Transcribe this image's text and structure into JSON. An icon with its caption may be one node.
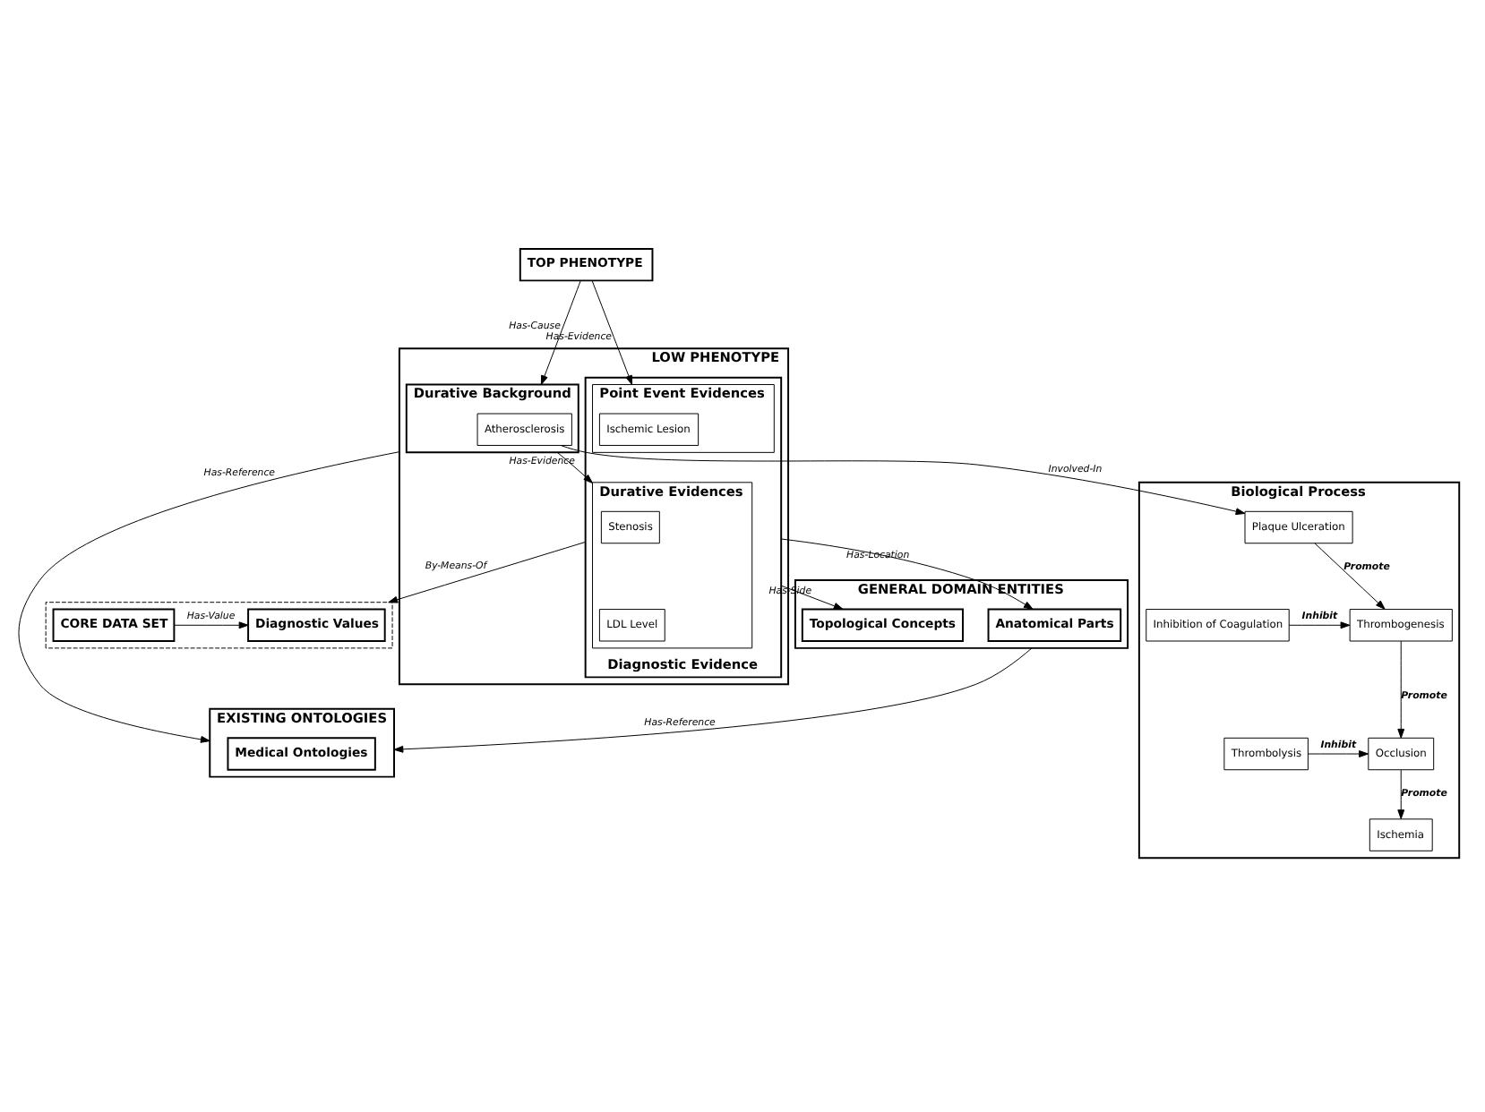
{
  "diagram": {
    "nodes": [
      {
        "text": [
          "Biological Process"
        ]
      },
      {
        "text": [
          "Plaque Ulceration"
        ],
        "in": 0
      },
      {
        "text": [
          "Thrombogenesis"
        ],
        "in": 0
      },
      {
        "text": [
          "Inhibition of Coagulation"
        ],
        "in": 0
      },
      {
        "text": [
          "Occlusion"
        ],
        "in": 0
      },
      {
        "text": [
          "Thrombolysis"
        ],
        "in": 0
      },
      {
        "text": [
          "Ischemia"
        ],
        "in": 0
      },
      {
        "text": [
          "TOP PHENOTYPE"
        ]
      },
      {
        "text": [
          "LOW PHENOTYPE"
        ]
      },
      {
        "text": [
          "Durative Background"
        ],
        "in": 8
      },
      {
        "text": [
          "Atherosclerosis"
        ],
        "in": 9
      },
      {
        "text": [
          "Diagnostic Evidence"
        ],
        "in": 8
      },
      {
        "text": [
          "Durative Evidences"
        ],
        "in": 11
      },
      {
        "text": [
          "Stenosis"
        ],
        "in": 12
      },
      {
        "text": [
          "LDL Level"
        ],
        "in": 12
      },
      {
        "text": [
          "Point Event Evidences"
        ],
        "in": 11
      },
      {
        "text": [
          "Ischemic Lesion"
        ],
        "in": 15
      },
      {
        "text": [
          "EXISTING ONTOLOGIES"
        ]
      },
      {
        "text": [
          "Medical Ontologies"
        ],
        "in": 17
      },
      {
        "text": [
          "GENERAL DOMAIN ENTITIES"
        ]
      },
      {
        "text": [
          "Anatomical Parts"
        ],
        "in": 19
      },
      {
        "text": [
          "Topological Concepts"
        ],
        "in": 19
      },
      {
        "text": [],
        "shape": "box"
      },
      {
        "text": [
          "Diagnostic Values"
        ],
        "in": 22
      },
      {
        "text": [
          "CORE DATA SET"
        ],
        "in": 22
      }
    ],
    "edges": [
      {
        "from": 1,
        "to": 2,
        "arrow": "to",
        "label": "Promote"
      },
      {
        "from": 3,
        "to": 2,
        "arrow": "to",
        "label": "Inhibit"
      },
      {
        "from": 2,
        "to": 4,
        "arrow": "to",
        "label": "Promote"
      },
      {
        "from": 5,
        "to": 4,
        "arrow": "to",
        "label": "Inhibit"
      },
      {
        "from": 4,
        "to": 6,
        "arrow": "to",
        "label": "Promote"
      },
      {
        "from": 10,
        "to": 1,
        "arrow": "to",
        "label": "Involved-In"
      },
      {
        "from": 7,
        "to": 9,
        "arrow": "to",
        "label": "Has-Cause"
      },
      {
        "from": 7,
        "to": 15,
        "arrow": "to",
        "label": "Has-Evidence"
      },
      {
        "from": 9,
        "to": 12,
        "arrow": "to",
        "label": "Has-Evidence"
      },
      {
        "from": 8,
        "to": 17,
        "arrow": "to",
        "label": "Has-Reference"
      },
      {
        "from": 19,
        "to": 17,
        "arrow": "to",
        "label": "Has-Reference"
      },
      {
        "from": 11,
        "to": 20,
        "arrow": "to",
        "label": "Has-Location"
      },
      {
        "from": 11,
        "to": 21,
        "arrow": "to",
        "label": "Has-Side"
      },
      {
        "from": 11,
        "to": 22,
        "arrow": "to",
        "label": "By-Means-Of"
      },
      {
        "from": 24,
        "to": 23,
        "arrow": "to",
        "label": "Has-Value"
      }
    ]
  }
}
